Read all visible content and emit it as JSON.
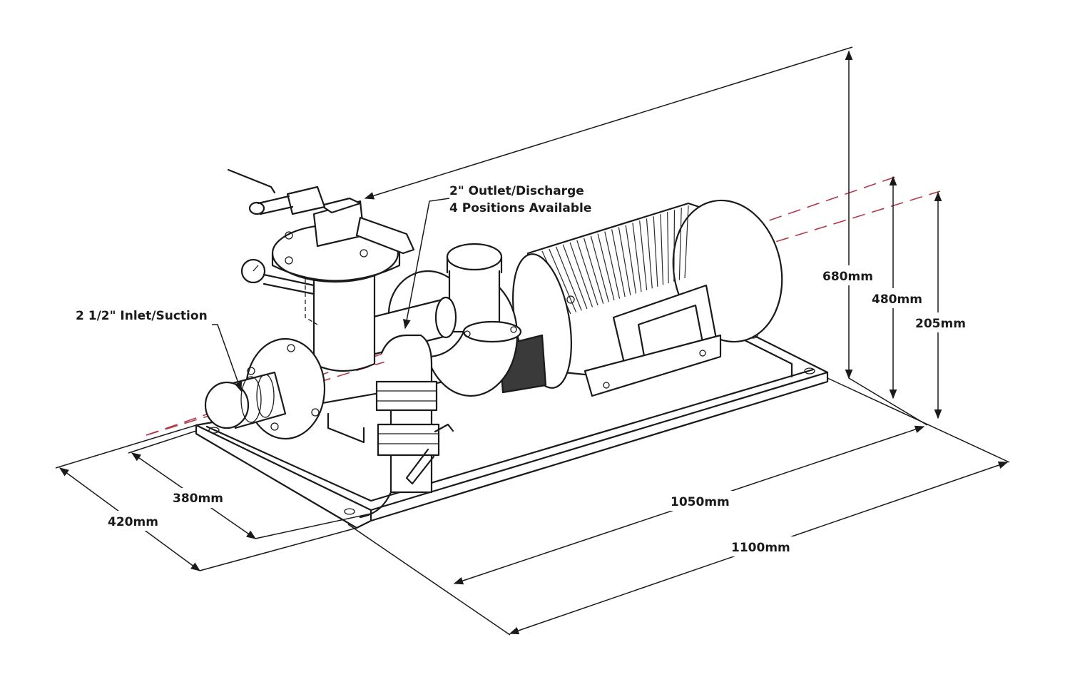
{
  "labels": {
    "outlet_line1": "2\" Outlet/Discharge",
    "outlet_line2": "4 Positions Available",
    "inlet": "2 1/2\" Inlet/Suction"
  },
  "dimensions": {
    "overall_height": "680mm",
    "outlet_height": "480mm",
    "inlet_height": "205mm",
    "inner_width": "380mm",
    "outer_width": "420mm",
    "inner_length": "1050mm",
    "outer_length": "1100mm"
  },
  "colors": {
    "line": "#1a1a1a",
    "centerline": "#b03a48",
    "background": "#ffffff"
  }
}
